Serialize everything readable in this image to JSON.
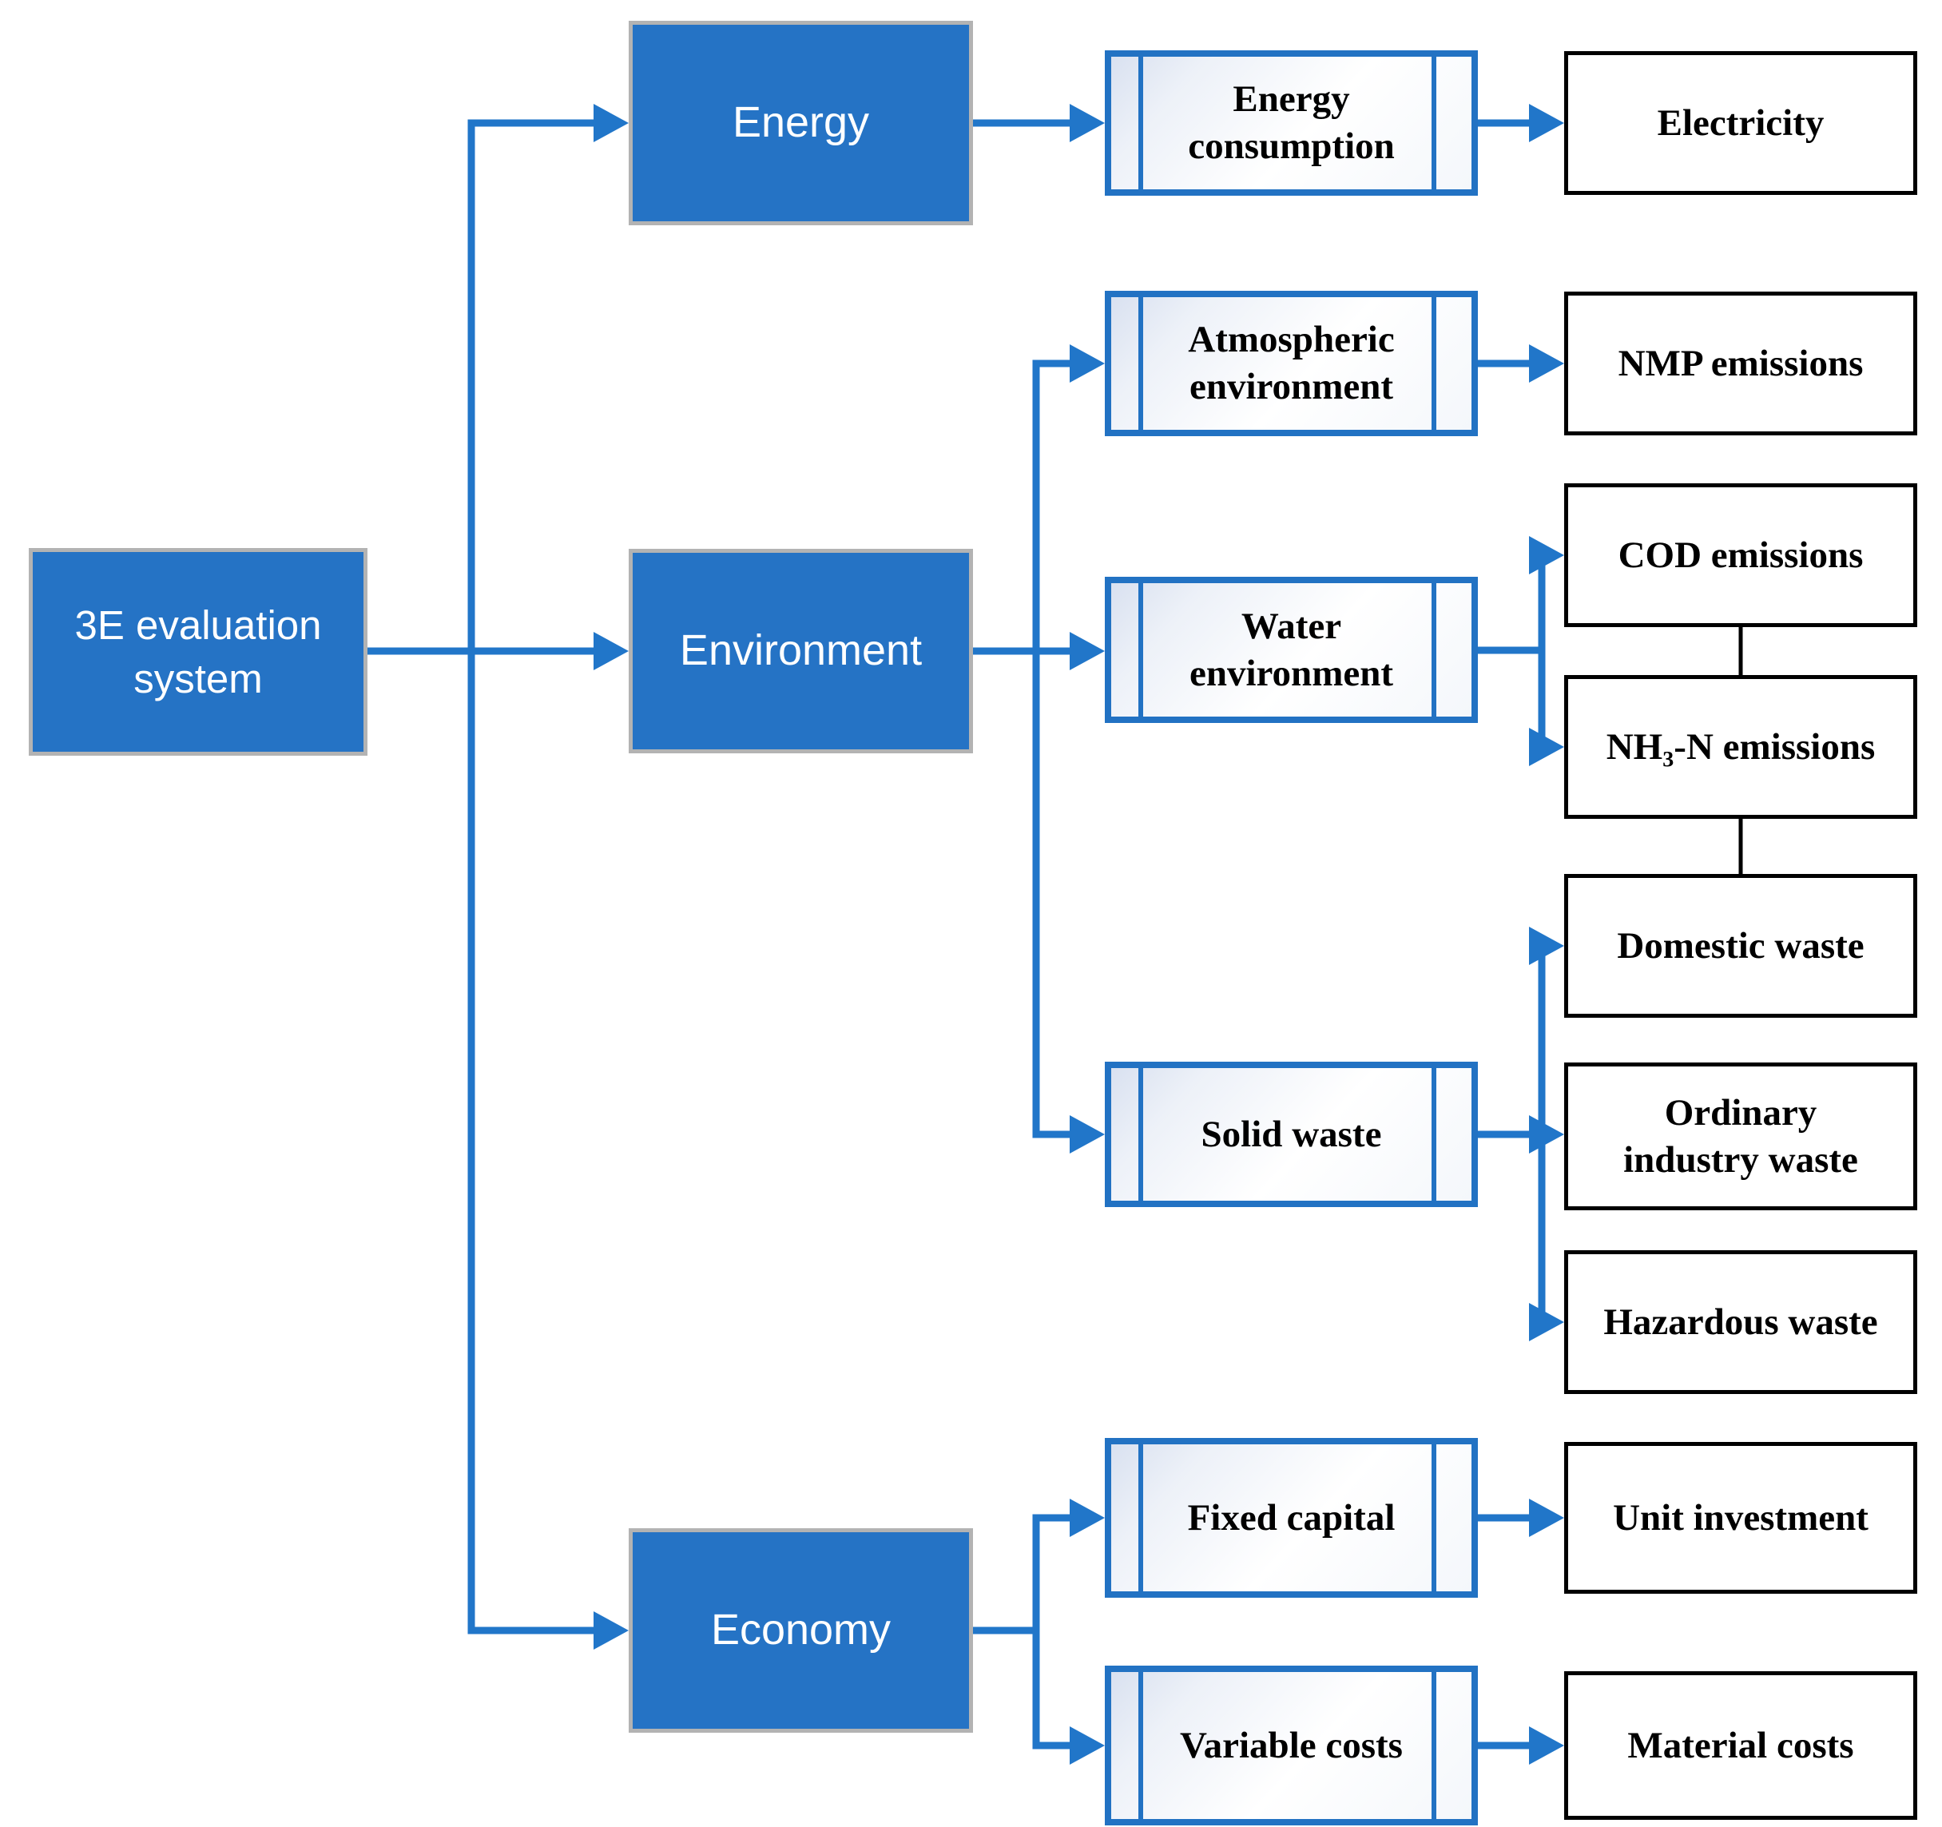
{
  "diagram": {
    "type": "flowchart",
    "description_visible_root": "3E evaluation system"
  },
  "colors": {
    "blue_fill": "#2573C5",
    "blue_box_border": "#B3B3B3",
    "process_border": "#2272C3",
    "connector": "#2176C9",
    "leaf_border": "#000000",
    "black_link": "#000000",
    "canvas_bg": "#FFFFFF"
  },
  "nodes": {
    "root": {
      "label": "3E evaluation\nsystem"
    },
    "energy": {
      "label": "Energy"
    },
    "environment": {
      "label": "Environment"
    },
    "economy": {
      "label": "Economy"
    },
    "energy_consumption": {
      "label": "Energy\nconsumption"
    },
    "atmospheric_environment": {
      "label": "Atmospheric\nenvironment"
    },
    "water_environment": {
      "label": "Water\nenvironment"
    },
    "solid_waste": {
      "label": "Solid waste"
    },
    "fixed_capital": {
      "label": "Fixed capital"
    },
    "variable_costs": {
      "label": "Variable costs"
    },
    "electricity": {
      "label": "Electricity"
    },
    "nmp_emissions": {
      "label": "NMP emissions"
    },
    "cod_emissions": {
      "label": "COD emissions"
    },
    "nh3n_emissions": {
      "label": "NH₃-N emissions"
    },
    "domestic_waste": {
      "label": "Domestic waste"
    },
    "ordinary_industry_waste": {
      "label": "Ordinary\nindustry waste"
    },
    "hazardous_waste": {
      "label": "Hazardous waste"
    },
    "unit_investment": {
      "label": "Unit investment"
    },
    "material_costs": {
      "label": "Material costs"
    }
  },
  "edges": [
    {
      "from": "root",
      "to": "energy",
      "style": "blue-arrow"
    },
    {
      "from": "root",
      "to": "environment",
      "style": "blue-arrow"
    },
    {
      "from": "root",
      "to": "economy",
      "style": "blue-arrow"
    },
    {
      "from": "energy",
      "to": "energy_consumption",
      "style": "blue-arrow"
    },
    {
      "from": "environment",
      "to": "atmospheric_environment",
      "style": "blue-arrow"
    },
    {
      "from": "environment",
      "to": "water_environment",
      "style": "blue-arrow"
    },
    {
      "from": "environment",
      "to": "solid_waste",
      "style": "blue-arrow"
    },
    {
      "from": "economy",
      "to": "fixed_capital",
      "style": "blue-arrow"
    },
    {
      "from": "economy",
      "to": "variable_costs",
      "style": "blue-arrow"
    },
    {
      "from": "energy_consumption",
      "to": "electricity",
      "style": "blue-arrow"
    },
    {
      "from": "atmospheric_environment",
      "to": "nmp_emissions",
      "style": "blue-arrow"
    },
    {
      "from": "water_environment",
      "to": "cod_emissions",
      "style": "blue-arrow"
    },
    {
      "from": "water_environment",
      "to": "nh3n_emissions",
      "style": "blue-arrow"
    },
    {
      "from": "solid_waste",
      "to": "domestic_waste",
      "style": "blue-arrow"
    },
    {
      "from": "solid_waste",
      "to": "ordinary_industry_waste",
      "style": "blue-arrow"
    },
    {
      "from": "solid_waste",
      "to": "hazardous_waste",
      "style": "blue-arrow"
    },
    {
      "from": "cod_emissions",
      "to": "nh3n_emissions",
      "style": "black-line"
    },
    {
      "from": "nh3n_emissions",
      "to": "domestic_waste",
      "style": "black-line"
    }
  ]
}
